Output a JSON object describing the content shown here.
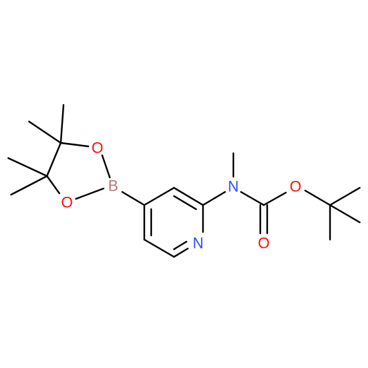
{
  "molecule": {
    "atoms": {
      "boron": "B",
      "oxygen_ring_top": "O",
      "oxygen_ring_bottom": "O",
      "nitrogen_pyridine": "N",
      "nitrogen_amine": "N",
      "oxygen_ester": "O",
      "oxygen_carbonyl": "O"
    }
  },
  "colors": {
    "background": "#ffffff",
    "bond": "#000000",
    "carbon": "#000000",
    "nitrogen": "#3050F8",
    "oxygen": "#FF0D0D",
    "boron": "#B5787A"
  }
}
